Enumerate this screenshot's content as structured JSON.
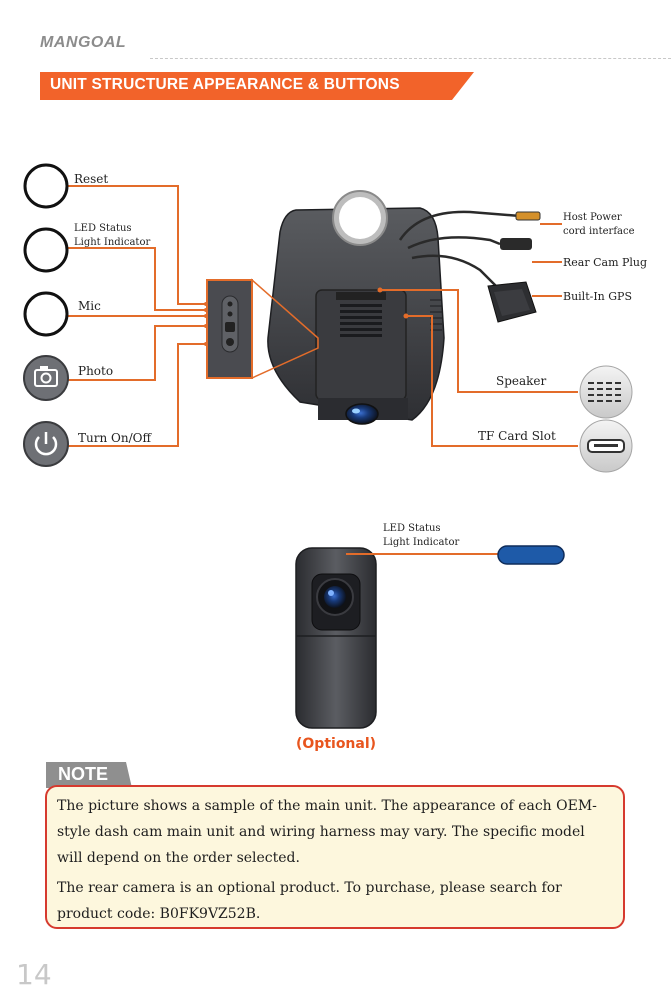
{
  "header": {
    "brand": "MANGOAL",
    "section_title": "UNIT STRUCTURE APPEARANCE & BUTTONS"
  },
  "colors": {
    "accent_orange": "#f2632a",
    "line_orange": "#e36c2a",
    "note_border": "#d63a2e",
    "note_bg": "#fdf7dd",
    "led_blue": "#1e5aa8"
  },
  "left_labels": {
    "reset": "Reset",
    "led_line1": "LED Status",
    "led_line2": "Light Indicator",
    "mic": "Mic",
    "photo": "Photo",
    "power": "Turn On/Off"
  },
  "right_labels": {
    "host_power_line1": "Host Power",
    "host_power_line2": "cord interface",
    "rear_cam": "Rear Cam Plug",
    "gps": "Built-In GPS",
    "speaker": "Speaker",
    "tf_card": "TF Card Slot"
  },
  "rear_camera": {
    "led_line1": "LED Status",
    "led_line2": "Light Indicator",
    "optional_label": "(Optional)"
  },
  "note": {
    "tab_label": "NOTE",
    "paragraph_1": "The picture shows a sample of the main unit. The appearance of each OEM-style dash cam main unit and wiring harness may vary. The specific model will depend on the order selected.",
    "paragraph_2": "The rear camera is an optional product. To purchase, please search for product code: B0FK9VZ52B."
  },
  "page_number": "14"
}
